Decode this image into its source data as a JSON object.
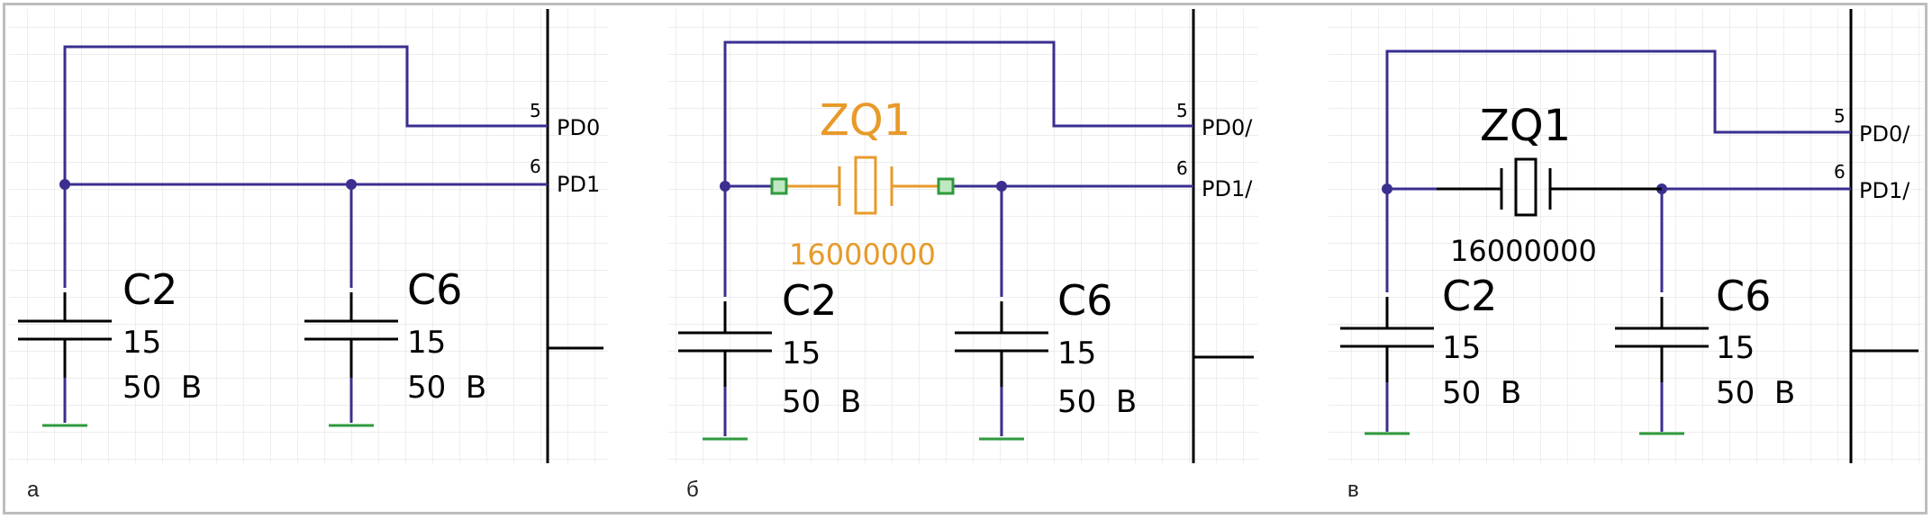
{
  "colors": {
    "wire": "#3a2f8f",
    "highlight": "#e89a2a",
    "ground": "#2e9a3c",
    "handle": "#2e9a3c",
    "grid": "#e2e2e2",
    "black": "#000000"
  },
  "panels": [
    {
      "label": "а",
      "pins": [
        {
          "num": "5",
          "name": "PD0"
        },
        {
          "num": "6",
          "name": "PD1"
        }
      ],
      "caps": [
        {
          "ref": "C2",
          "value": "15",
          "voltage": "50  В"
        },
        {
          "ref": "C6",
          "value": "15",
          "voltage": "50  В"
        }
      ]
    },
    {
      "label": "б",
      "pins": [
        {
          "num": "5",
          "name": "PD0/"
        },
        {
          "num": "6",
          "name": "PD1/"
        }
      ],
      "crystal": {
        "ref": "ZQ1",
        "value": "16000000",
        "state": "selected"
      },
      "caps": [
        {
          "ref": "C2",
          "value": "15",
          "voltage": "50  В"
        },
        {
          "ref": "C6",
          "value": "15",
          "voltage": "50  В"
        }
      ]
    },
    {
      "label": "в",
      "pins": [
        {
          "num": "5",
          "name": "PD0/"
        },
        {
          "num": "6",
          "name": "PD1/"
        }
      ],
      "crystal": {
        "ref": "ZQ1",
        "value": "16000000",
        "state": "placed"
      },
      "caps": [
        {
          "ref": "C2",
          "value": "15",
          "voltage": "50  В"
        },
        {
          "ref": "C6",
          "value": "15",
          "voltage": "50  В"
        }
      ]
    }
  ]
}
